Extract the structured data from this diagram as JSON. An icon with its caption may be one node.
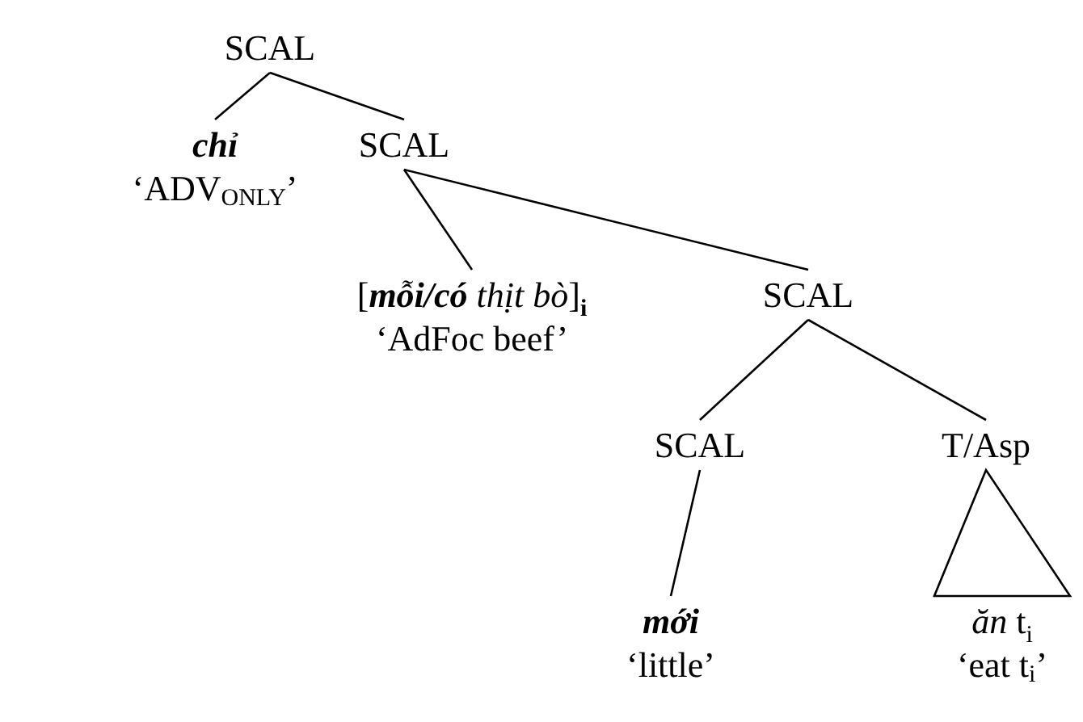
{
  "diagram": {
    "nodes": [
      {
        "text": [
          "SCAL"
        ]
      },
      {
        "text": [
          "chỉ",
          "‘ADV$_{ONLY}$’"
        ]
      },
      {
        "text": [
          "SCAL"
        ]
      },
      {
        "text": [
          "[**mỗi/có** *thịt bò*]$_{i}$",
          "‘AdFoc beef’"
        ]
      },
      {
        "text": [
          "SCAL"
        ]
      },
      {
        "text": [
          "SCAL"
        ]
      },
      {
        "text": [
          "T/Asp"
        ]
      },
      {
        "text": [
          "mới",
          "‘little’"
        ]
      },
      {
        "text": [
          "*ăn* t$_{i}$",
          "‘eat t$_{i}$’"
        ]
      }
    ],
    "edges": [
      {
        "from": 0,
        "to": 1,
        "arrow": "none"
      },
      {
        "from": 0,
        "to": 2,
        "arrow": "none"
      },
      {
        "from": 2,
        "to": 3,
        "arrow": "none"
      },
      {
        "from": 2,
        "to": 4,
        "arrow": "none"
      },
      {
        "from": 4,
        "to": 5,
        "arrow": "none"
      },
      {
        "from": 4,
        "to": 6,
        "arrow": "none"
      },
      {
        "from": 5,
        "to": 7,
        "arrow": "none"
      },
      {
        "from": 6,
        "to": 8,
        "arrow": "none"
      }
    ]
  }
}
